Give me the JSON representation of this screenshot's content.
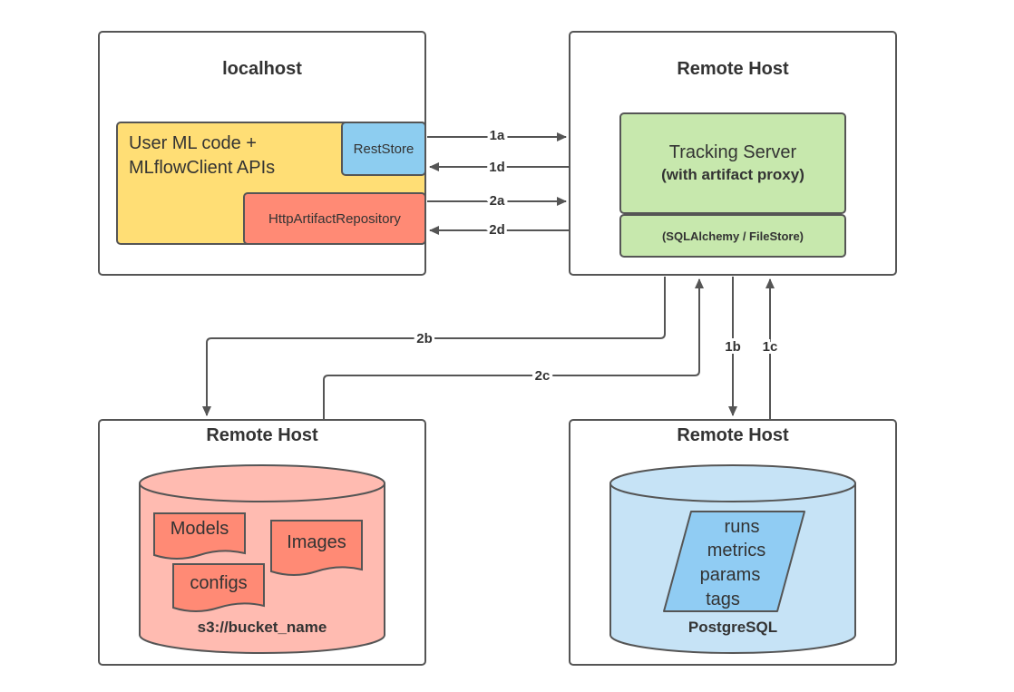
{
  "hosts": {
    "localhost": {
      "title": "localhost"
    },
    "tracking": {
      "title": "Remote Host"
    },
    "artifact": {
      "title": "Remote Host"
    },
    "database": {
      "title": "Remote Host"
    }
  },
  "client": {
    "code_line1": "User ML code +",
    "code_line2": "MLflowClient APIs",
    "rest_store": "RestStore",
    "artifact_repo": "HttpArtifactRepository"
  },
  "server": {
    "name": "Tracking Server",
    "subtitle": "(with artifact proxy)",
    "store": "(SQLAlchemy / FileStore)"
  },
  "flows": {
    "f1a": "1a",
    "f1d": "1d",
    "f2a": "2a",
    "f2d": "2d",
    "f2b": "2b",
    "f2c": "2c",
    "f1b": "1b",
    "f1c": "1c"
  },
  "artifact_store": {
    "items": [
      "Models",
      "Images",
      "configs"
    ],
    "label": "s3://bucket_name"
  },
  "database": {
    "items": [
      "runs",
      "metrics",
      "params",
      "tags"
    ],
    "label": "PostgreSQL"
  },
  "colors": {
    "client_yellow": "#FFDE75",
    "rest_blue": "#8DCDF0",
    "repo_red": "#FF8A75",
    "server_green": "#C7E8AD",
    "s3_pink": "#FFBBB1",
    "db_blue": "#C6E3F6",
    "db_inner": "#90CCF3"
  }
}
